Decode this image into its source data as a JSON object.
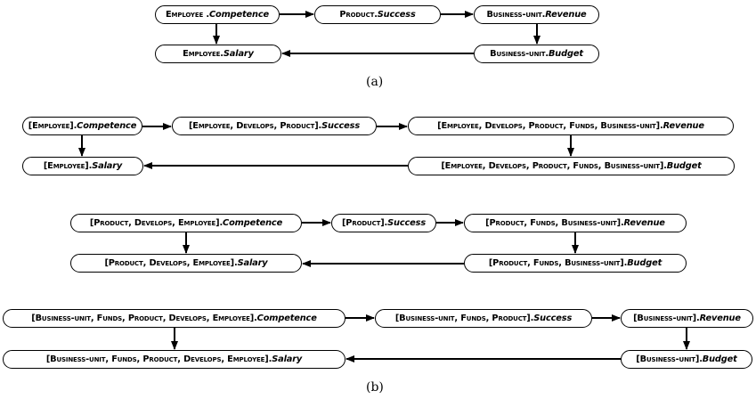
{
  "captions": {
    "a": "(a)",
    "b": "(b)"
  },
  "diagram_a": {
    "nodes": [
      {
        "ent": "Employee .",
        "attr": "Competence"
      },
      {
        "ent": "Product.",
        "attr": "Success"
      },
      {
        "ent": "Business-unit.",
        "attr": "Revenue"
      },
      {
        "ent": "Employee. ",
        "attr": "Salary"
      },
      {
        "ent": "Business-unit.",
        "attr": "Budget"
      }
    ]
  },
  "diagram_b1": {
    "nodes": [
      {
        "ent": "[Employee].",
        "attr": "Competence"
      },
      {
        "ent": "[Employee, Develops, Product].",
        "attr": "Success"
      },
      {
        "ent": "[Employee, Develops, Product, Funds, Business-unit].",
        "attr": "Revenue"
      },
      {
        "ent": "[Employee].",
        "attr": "Salary"
      },
      {
        "ent": "[Employee, Develops, Product, Funds, Business-unit].",
        "attr": "Budget"
      }
    ]
  },
  "diagram_b2": {
    "nodes": [
      {
        "ent": "[Product, Develops, Employee].",
        "attr": "Competence"
      },
      {
        "ent": "[Product].",
        "attr": "Success"
      },
      {
        "ent": "[Product, Funds, Business-unit].",
        "attr": "Revenue"
      },
      {
        "ent": "[Product, Develops, Employee].",
        "attr": "Salary"
      },
      {
        "ent": "[Product, Funds, Business-unit].",
        "attr": "Budget"
      }
    ]
  },
  "diagram_b3": {
    "nodes": [
      {
        "ent": "[Business-unit, Funds, Product, Develops, Employee].",
        "attr": "Competence"
      },
      {
        "ent": "[Business-unit, Funds, Product].",
        "attr": "Success"
      },
      {
        "ent": "[Business-unit].",
        "attr": "Revenue"
      },
      {
        "ent": "[Business-unit, Funds, Product, Develops, Employee].",
        "attr": "Salary"
      },
      {
        "ent": "[Business-unit].",
        "attr": "Budget"
      }
    ]
  }
}
